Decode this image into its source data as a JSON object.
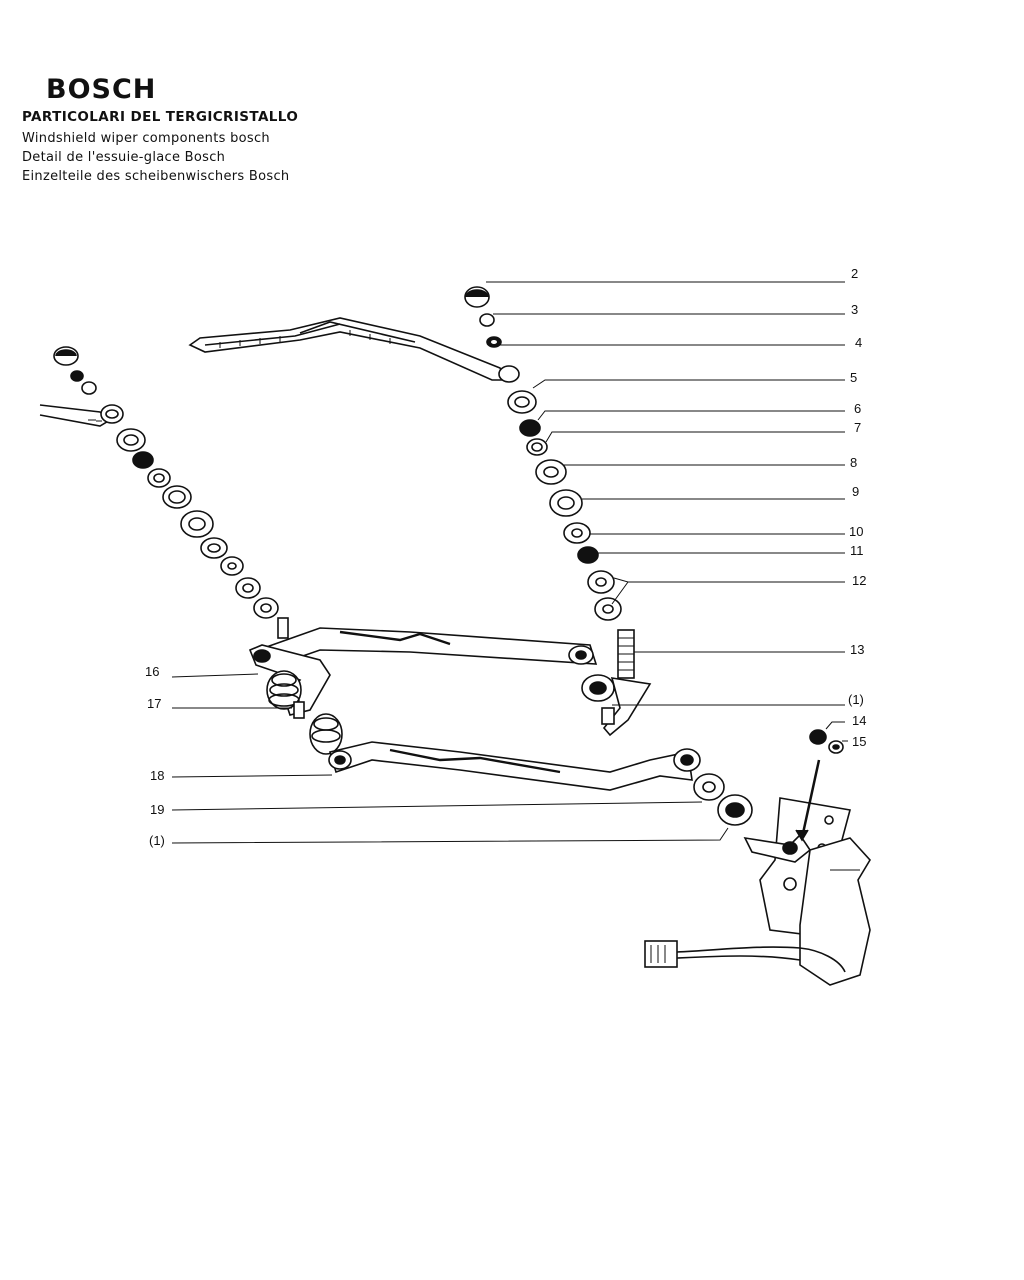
{
  "header": {
    "brand": "BOSCH",
    "title_it": "PARTICOLARI DEL TERGICRISTALLO",
    "title_en": "Windshield wiper components bosch",
    "title_fr": "Detail de l'essuie-glace Bosch",
    "title_de": "Einzelteile des scheibenwischers Bosch"
  },
  "callouts": {
    "c2": "2",
    "c3": "3",
    "c4": "4",
    "c5": "5",
    "c6": "6",
    "c7": "7",
    "c8": "8",
    "c9": "9",
    "c10": "10",
    "c11": "11",
    "c12": "12",
    "c13": "13",
    "c1a": "(1)",
    "c14": "14",
    "c15": "15",
    "c16": "16",
    "c17": "17",
    "c18": "18",
    "c19": "19",
    "c1b": "(1)"
  }
}
